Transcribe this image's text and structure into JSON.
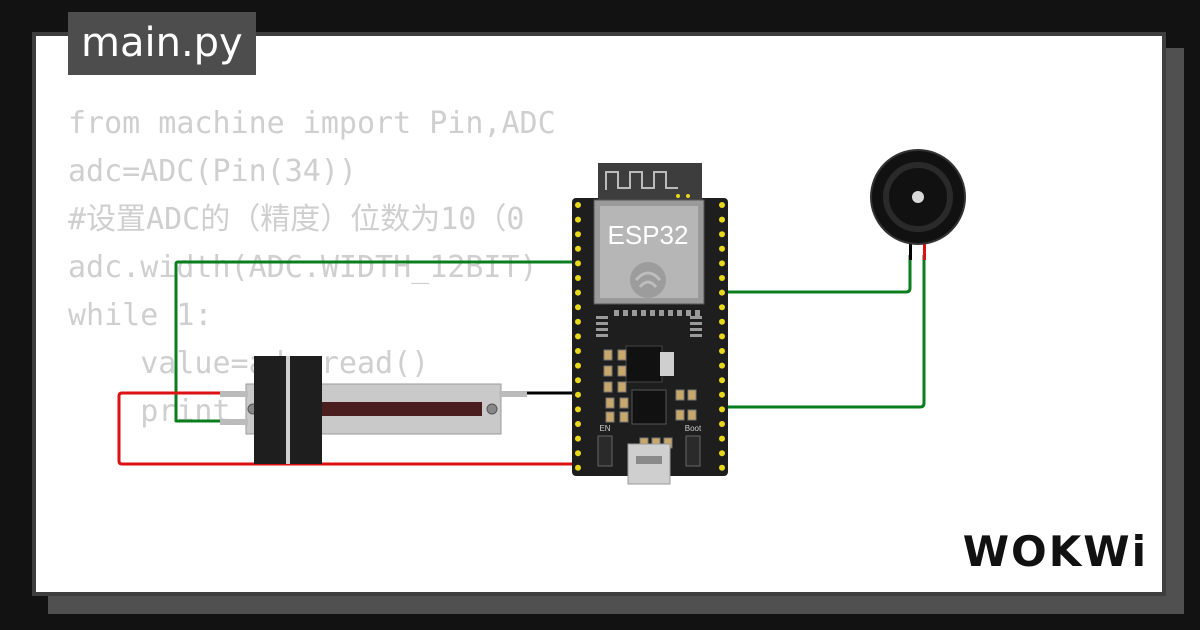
{
  "tab": {
    "filename": "main.py"
  },
  "code": {
    "lines": [
      "from machine import Pin,ADC",
      "adc=ADC(Pin(34))",
      "#设置ADC的（精度）位数为10（0",
      "adc.width(ADC.WIDTH_12BIT)",
      "while 1:",
      "    value=adc.read()",
      "    print"
    ]
  },
  "board": {
    "chip_label": "ESP32",
    "en_label": "EN",
    "boot_label": "Boot"
  },
  "brand": {
    "logo": "WOKWi"
  },
  "colors": {
    "background": "#121212",
    "card": "#ffffff",
    "tab": "#4d4d4d",
    "code_text": "#cfcfcf",
    "board": "#1e1e1e",
    "pin": "#e8d81a",
    "wire_green": "#0a7d1c",
    "wire_red": "#dd1111",
    "wire_black": "#000000"
  },
  "icons": [
    "espressif-logo-icon",
    "wifi-antenna-icon",
    "buzzer-icon",
    "slide-potentiometer-icon"
  ]
}
